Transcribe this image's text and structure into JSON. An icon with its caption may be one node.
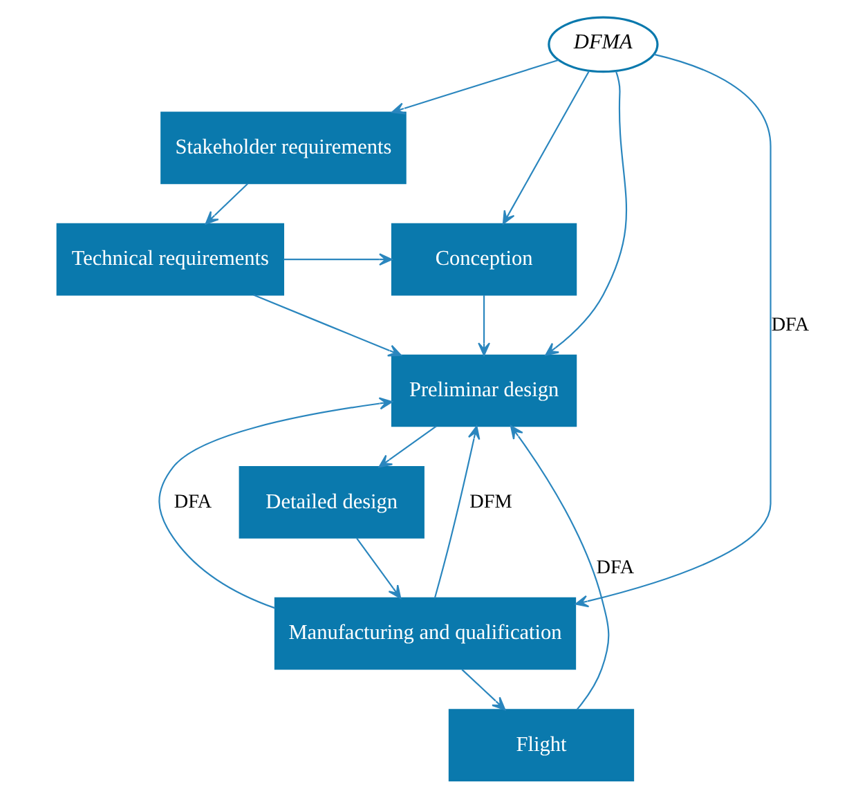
{
  "diagram": {
    "nodes": [
      {
        "text": [
          "Stakeholder requirements"
        ]
      },
      {
        "text": [
          "Technical requirements"
        ]
      },
      {
        "text": [
          "Conception"
        ]
      },
      {
        "text": [
          "Preliminar design"
        ]
      },
      {
        "text": [
          "Detailed design"
        ]
      },
      {
        "text": [
          "Manufacturing and qualification"
        ]
      },
      {
        "text": [
          "Flight"
        ]
      },
      {
        "text": [
          "DFMA"
        ]
      }
    ],
    "edges": [
      {
        "from": 0,
        "to": 1,
        "arrow": "to"
      },
      {
        "from": 1,
        "to": 2,
        "arrow": "to"
      },
      {
        "from": 1,
        "to": 3,
        "arrow": "to"
      },
      {
        "from": 2,
        "to": 3,
        "arrow": "to"
      },
      {
        "from": 3,
        "to": 4,
        "arrow": "to"
      },
      {
        "from": 4,
        "to": 5,
        "arrow": "to"
      },
      {
        "from": 5,
        "to": 6,
        "arrow": "to"
      },
      {
        "from": 6,
        "to": 3,
        "label": "DFA",
        "arrow": "to"
      },
      {
        "from": 5,
        "to": 3,
        "label": "DFM",
        "arrow": "to"
      },
      {
        "from": 5,
        "to": 3,
        "label": "DFA",
        "arrow": "to"
      },
      {
        "from": 7,
        "to": 3,
        "arrow": "to"
      },
      {
        "from": 7,
        "to": 5,
        "label": "DFA",
        "arrow": "to"
      },
      {
        "from": 7,
        "to": 2,
        "arrow": "to"
      },
      {
        "from": 7,
        "to": 0,
        "arrow": "to"
      }
    ]
  }
}
